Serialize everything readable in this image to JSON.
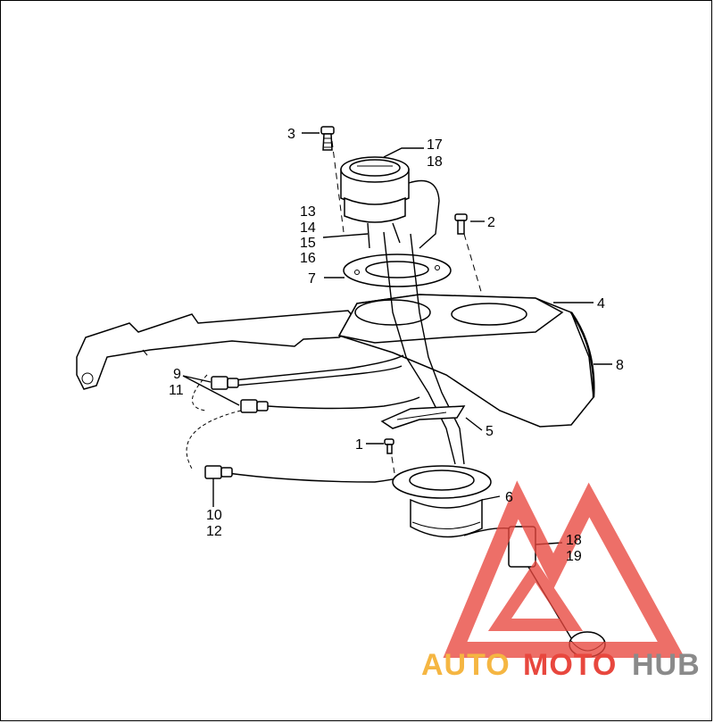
{
  "callouts": {
    "c1": "1",
    "c2": "2",
    "c3": "3",
    "c4": "4",
    "c5": "5",
    "c6": "6",
    "c7": "7",
    "c8": "8",
    "c9": "9",
    "c10": "10",
    "c11": "11",
    "c12": "12",
    "c13": "13",
    "c14": "14",
    "c15": "15",
    "c16": "16",
    "c17": "17",
    "c18a": "18",
    "c18b": "18",
    "c19": "19"
  },
  "watermark": {
    "part1": "AUTO",
    "part2": "MOTO",
    "part3": "HUB",
    "color_orange": "#f5b642",
    "color_red": "#e8473e",
    "color_gray": "#8a8a8a"
  }
}
